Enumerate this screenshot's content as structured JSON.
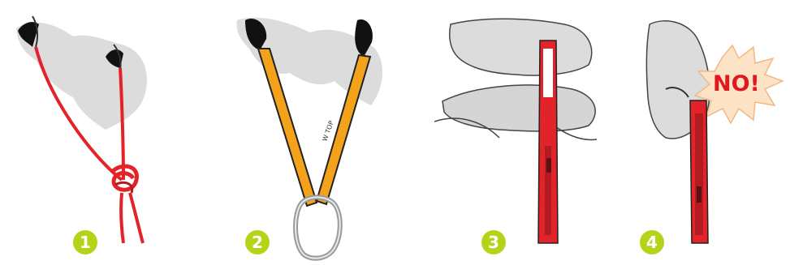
{
  "panels": [
    {
      "step": "1",
      "anchor": "rock-horns",
      "sling": "red-cord-knotted"
    },
    {
      "step": "2",
      "anchor": "rock-horns",
      "sling": "orange-slings-carabiner"
    },
    {
      "step": "3",
      "anchor": "chockstone",
      "sling": "red-sling-loop"
    },
    {
      "step": "4",
      "anchor": "rock-thread",
      "sling": "red-sling-wrong",
      "warning": "NO!"
    }
  ],
  "colors": {
    "badge": "#b5d419",
    "sling_red": "#e3232a",
    "sling_orange": "#f3a21a",
    "rock_shadow": "#d9d9d9",
    "warning_burst": "#fde3c6",
    "warning_text": "#e0191e"
  }
}
